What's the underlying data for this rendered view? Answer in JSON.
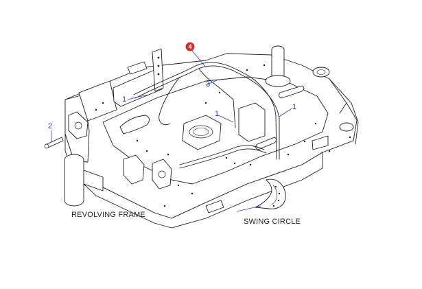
{
  "labels": {
    "revolving_frame": "REVOLVING FRAME",
    "swing_circle": "SWING CIRCLE"
  },
  "callouts": {
    "c1a": "1",
    "c1b": "1",
    "c1c": "1",
    "c2": "2",
    "c3": "3",
    "badge": "4"
  },
  "colors": {
    "callout": "#2b3cc9",
    "badge": "#d62d2d",
    "line": "#1a1a1a"
  }
}
